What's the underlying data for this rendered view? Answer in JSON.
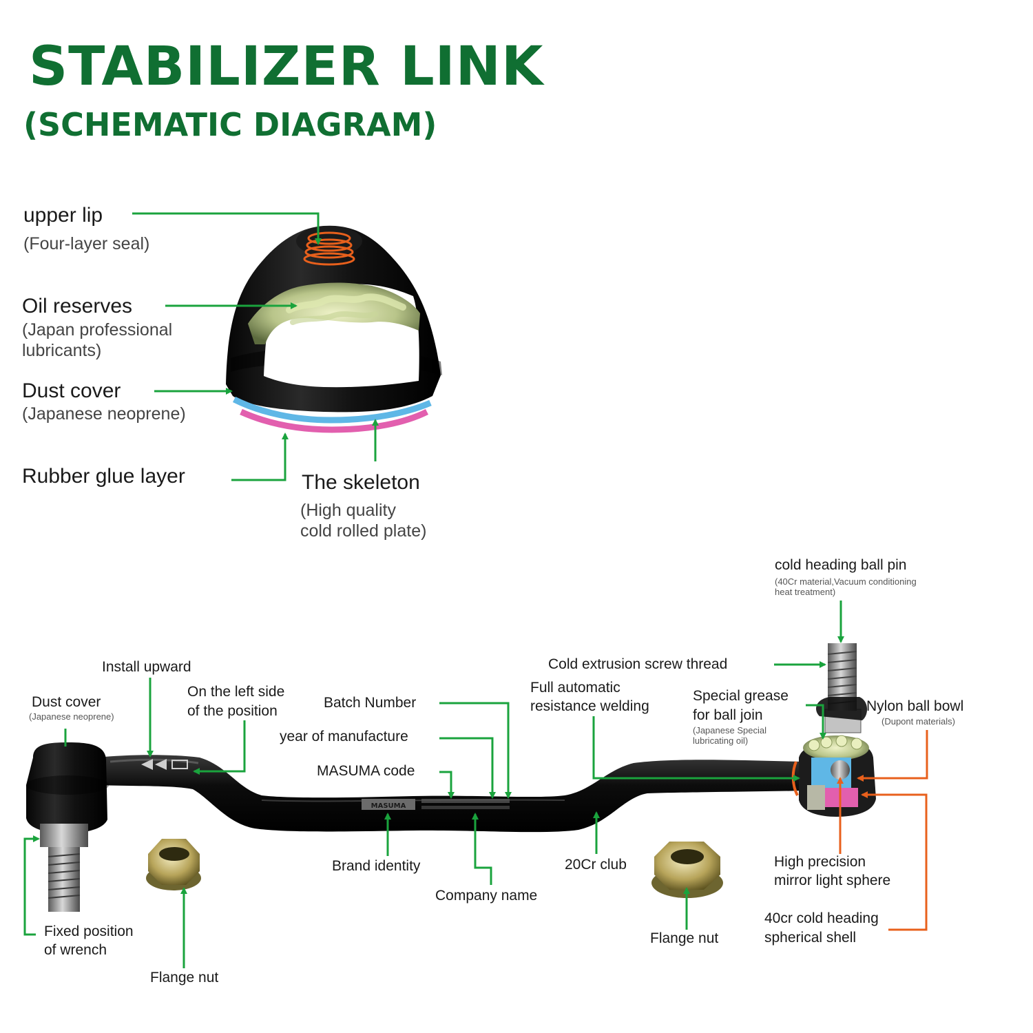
{
  "title": "STABILIZER LINK",
  "subtitle": "(SCHEMATIC DIAGRAM)",
  "colors": {
    "title_green": "#106f32",
    "leader_green": "#1aa33d",
    "leader_orange": "#e8601c",
    "glue_pink": "#e25fae",
    "skeleton_blue": "#5fb7e6"
  },
  "boot_labels": {
    "upper_lip": "upper lip",
    "upper_lip_note": "(Four-layer seal)",
    "oil_reserves": "Oil reserves",
    "oil_reserves_note_1": "(Japan professional",
    "oil_reserves_note_2": "lubricants)",
    "dust_cover": "Dust cover",
    "dust_cover_note": "(Japanese neoprene)",
    "rubber_glue_layer": "Rubber glue layer",
    "skeleton": "The skeleton",
    "skeleton_note_1": "(High quality",
    "skeleton_note_2": "cold rolled plate)"
  },
  "link_labels": {
    "dust_cover": "Dust cover",
    "dust_cover_note": "(Japanese neoprene)",
    "install_upward": "Install upward",
    "left_side_1": "On the left side",
    "left_side_2": "of the position",
    "batch_number": "Batch Number",
    "year_of_manufacture": "year of manufacture",
    "masuma_code": "MASUMA code",
    "full_auto_1": "Full automatic",
    "full_auto_2": "resistance welding",
    "cold_extrusion": "Cold extrusion screw thread",
    "ball_pin": "cold heading ball pin",
    "ball_pin_note_1": "(40Cr material,Vacuum conditioning",
    "ball_pin_note_2": "heat treatment)",
    "special_grease_1": "Special grease",
    "special_grease_2": "for ball join",
    "special_grease_note_1": "(Japanese Special",
    "special_grease_note_2": "lubricating oil)",
    "nylon_ball_bowl": "Nylon ball bowl",
    "nylon_ball_bowl_note": "(Dupont materials)",
    "brand_identity": "Brand identity",
    "company_name": "Company name",
    "club": "20Cr club",
    "high_precision_1": "High precision",
    "high_precision_2": "mirror light sphere",
    "spherical_shell_1": "40cr cold heading",
    "spherical_shell_2": "spherical shell",
    "flange_nut_right": "Flange nut",
    "flange_nut_left": "Flange nut",
    "fixed_wrench_1": "Fixed position",
    "fixed_wrench_2": "of wrench",
    "rod_brand_mark": "MASUMA"
  }
}
